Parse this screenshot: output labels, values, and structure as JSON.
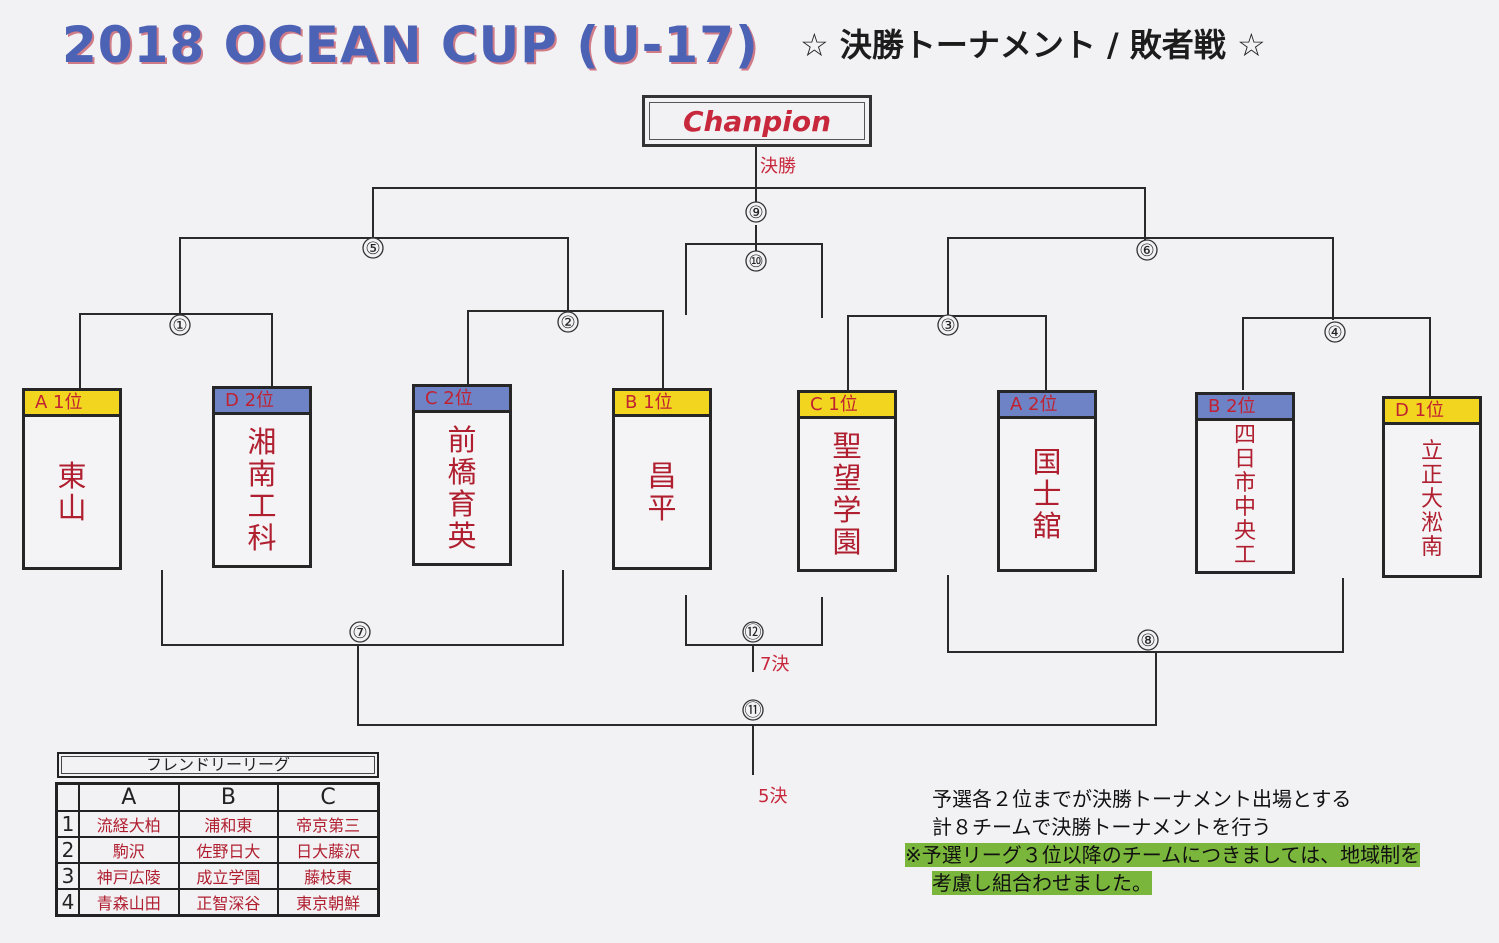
{
  "header": {
    "title": "2018 OCEAN CUP (U-17)",
    "subtitle": "☆ 決勝トーナメント / 敗者戦 ☆"
  },
  "champion_label": "Chanpion",
  "round_labels": {
    "final": "決勝",
    "seventh": "7決",
    "fifth": "5決"
  },
  "matches": [
    "①",
    "②",
    "③",
    "④",
    "⑤",
    "⑥",
    "⑦",
    "⑧",
    "⑨",
    "⑩",
    "⑪",
    "⑫"
  ],
  "teams": [
    {
      "seed": "A 1位",
      "color": "yellow",
      "name": "東山"
    },
    {
      "seed": "D 2位",
      "color": "blue",
      "name": "湘南工科"
    },
    {
      "seed": "C 2位",
      "color": "blue",
      "name": "前橋育英"
    },
    {
      "seed": "B 1位",
      "color": "yellow",
      "name": "昌平"
    },
    {
      "seed": "C 1位",
      "color": "yellow",
      "name": "聖望学園"
    },
    {
      "seed": "A 2位",
      "color": "blue",
      "name": "国士舘"
    },
    {
      "seed": "B 2位",
      "color": "blue",
      "name": "四日市中央工"
    },
    {
      "seed": "D 1位",
      "color": "yellow",
      "name": "立正大淞南"
    }
  ],
  "friendly_league": {
    "title": "フレンドリーリーグ",
    "columns": [
      "A",
      "B",
      "C"
    ],
    "rows": [
      {
        "num": "1",
        "cells": [
          "流経大柏",
          "浦和東",
          "帝京第三"
        ]
      },
      {
        "num": "2",
        "cells": [
          "駒沢",
          "佐野日大",
          "日大藤沢"
        ]
      },
      {
        "num": "3",
        "cells": [
          "神戸広陵",
          "成立学園",
          "藤枝東"
        ]
      },
      {
        "num": "4",
        "cells": [
          "青森山田",
          "正智深谷",
          "東京朝鮮"
        ]
      }
    ]
  },
  "notes": {
    "line1": "予選各２位までが決勝トーナメント出場とする",
    "line2": "計８チームで決勝トーナメントを行う",
    "line3": "※予選リーグ３位以降のチームにつきましては、地域制を",
    "line4": "考慮し組合わせました。"
  },
  "colors": {
    "seed_yellow": "#f1d51f",
    "seed_blue": "#6d83c6",
    "team_text": "#b01f2f",
    "title_blue": "#4c62b5"
  }
}
